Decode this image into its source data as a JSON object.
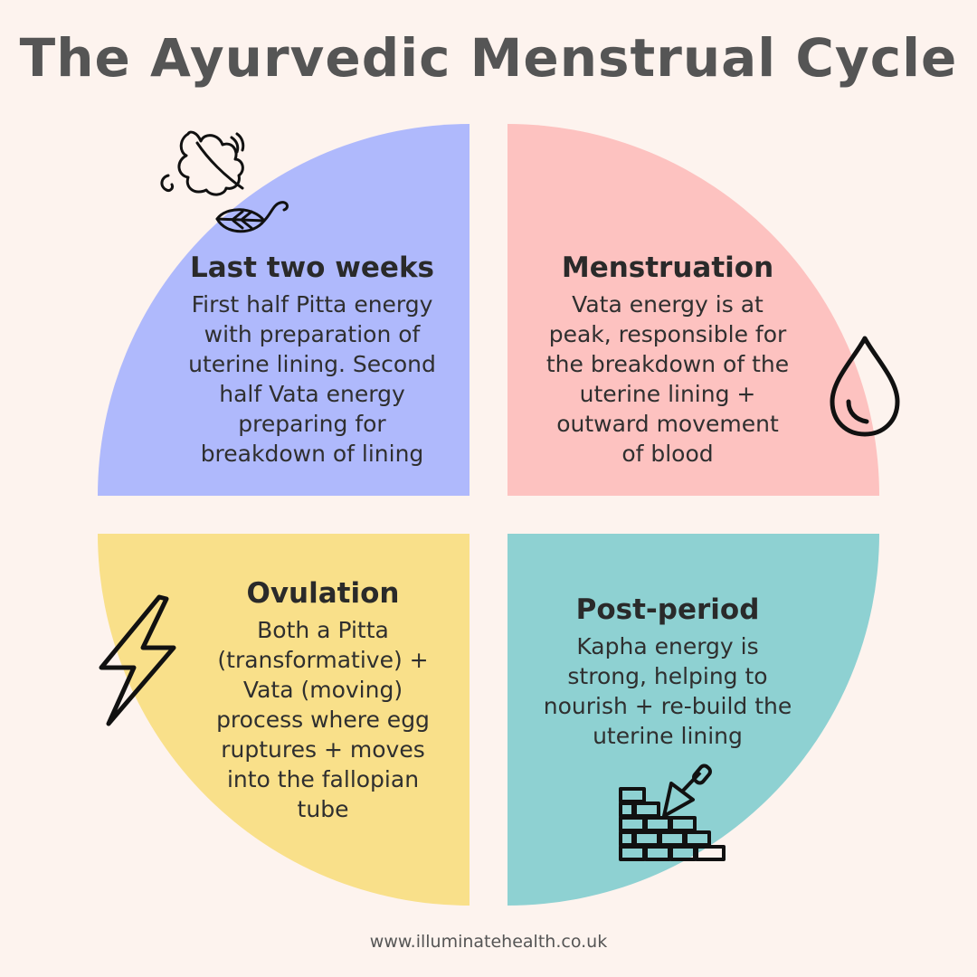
{
  "title": "The Ayurvedic Menstrual Cycle",
  "colors": {
    "background": "#fdf3ee",
    "top_left": "#afb9fc",
    "top_right": "#fdc2c0",
    "bottom_left": "#f9e08a",
    "bottom_right": "#8ed1d2",
    "title": "#555555"
  },
  "quadrants": {
    "last_two_weeks": {
      "heading": "Last two weeks",
      "lines": [
        "First half Pitta energy",
        "with preparation of",
        "uterine lining. Second",
        "half Vata energy",
        "preparing for",
        "breakdown of lining"
      ],
      "icon": "leaves-icon"
    },
    "menstruation": {
      "heading": "Menstruation",
      "lines": [
        "Vata energy is at",
        "peak, responsible for",
        "the breakdown of the",
        "uterine lining +",
        "outward movement",
        "of blood"
      ],
      "icon": "drop-icon"
    },
    "ovulation": {
      "heading": "Ovulation",
      "lines": [
        "Both a Pitta",
        "(transformative) +",
        "Vata (moving)",
        "process where egg",
        "ruptures + moves",
        "into the fallopian",
        "tube"
      ],
      "icon": "lightning-icon"
    },
    "post_period": {
      "heading": "Post-period",
      "lines": [
        "Kapha energy is",
        "strong, helping to",
        "nourish + re-build the",
        "uterine lining"
      ],
      "icon": "bricks-trowel-icon"
    }
  },
  "footer": "www.illuminatehealth.co.uk"
}
